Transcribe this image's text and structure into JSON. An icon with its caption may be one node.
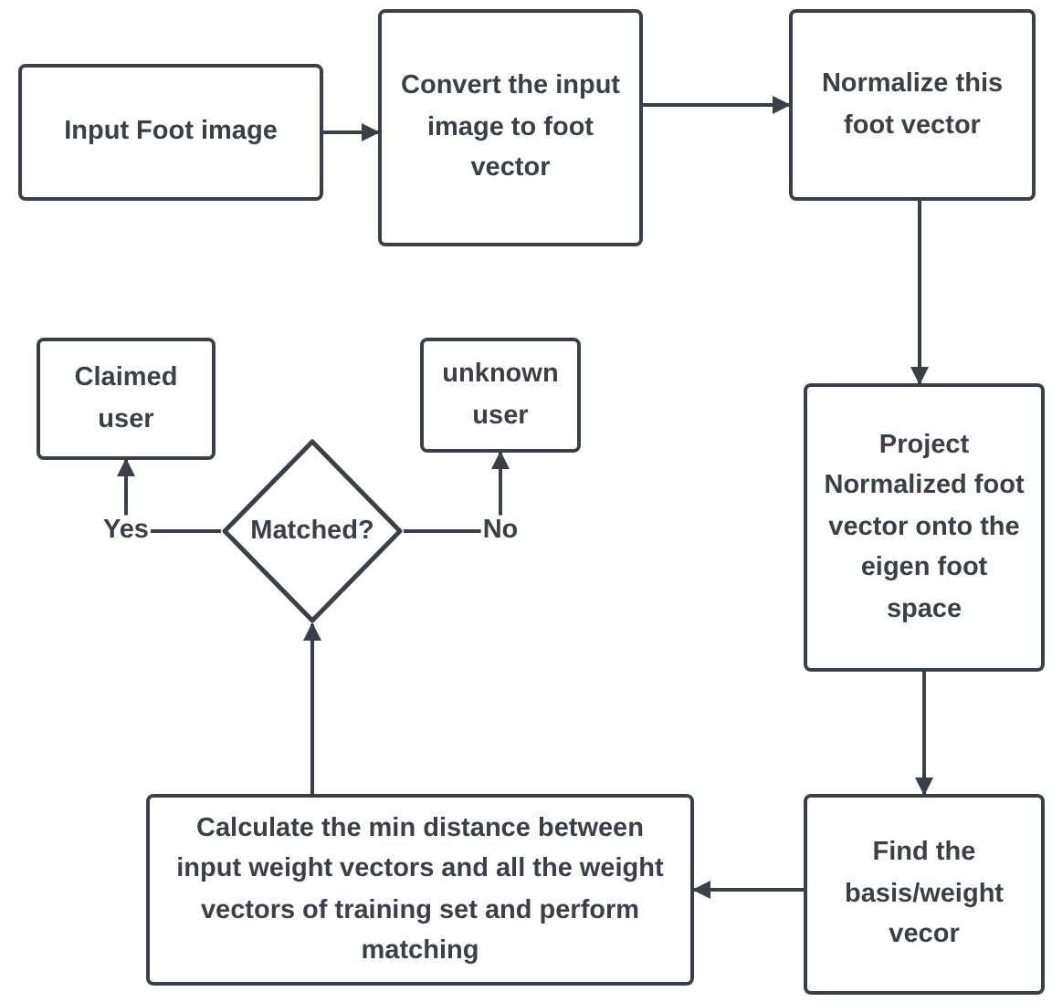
{
  "diagram": {
    "nodes": [
      {
        "text": [
          "Input Foot image"
        ]
      },
      {
        "text": [
          "Convert the input image to foot vector"
        ]
      },
      {
        "text": [
          "Normalize this foot vector"
        ]
      },
      {
        "text": [
          "Claimed user"
        ]
      },
      {
        "text": [
          "Matched?"
        ]
      },
      {
        "text": [
          "unknown user"
        ]
      },
      {
        "text": [
          "Project Normalized foot vector onto the eigen foot space"
        ]
      },
      {
        "text": [
          "Calculate the  min distance between input weight vectors and all the weight vectors of training set and perform matching"
        ]
      },
      {
        "text": [
          "Find the basis/weight vecor"
        ]
      }
    ],
    "edges": [
      {
        "from": 0,
        "to": 1,
        "arrow": "to"
      },
      {
        "from": 1,
        "to": 2,
        "arrow": "to"
      },
      {
        "from": 2,
        "to": 6,
        "arrow": "to"
      },
      {
        "from": 6,
        "to": 8,
        "arrow": "to"
      },
      {
        "from": 8,
        "to": 7,
        "arrow": "to"
      },
      {
        "from": 7,
        "to": 4,
        "arrow": "to"
      },
      {
        "from": 4,
        "to": 3,
        "arrow": "to",
        "label": "Yes"
      },
      {
        "from": 4,
        "to": 5,
        "arrow": "to",
        "label": "No"
      }
    ]
  }
}
